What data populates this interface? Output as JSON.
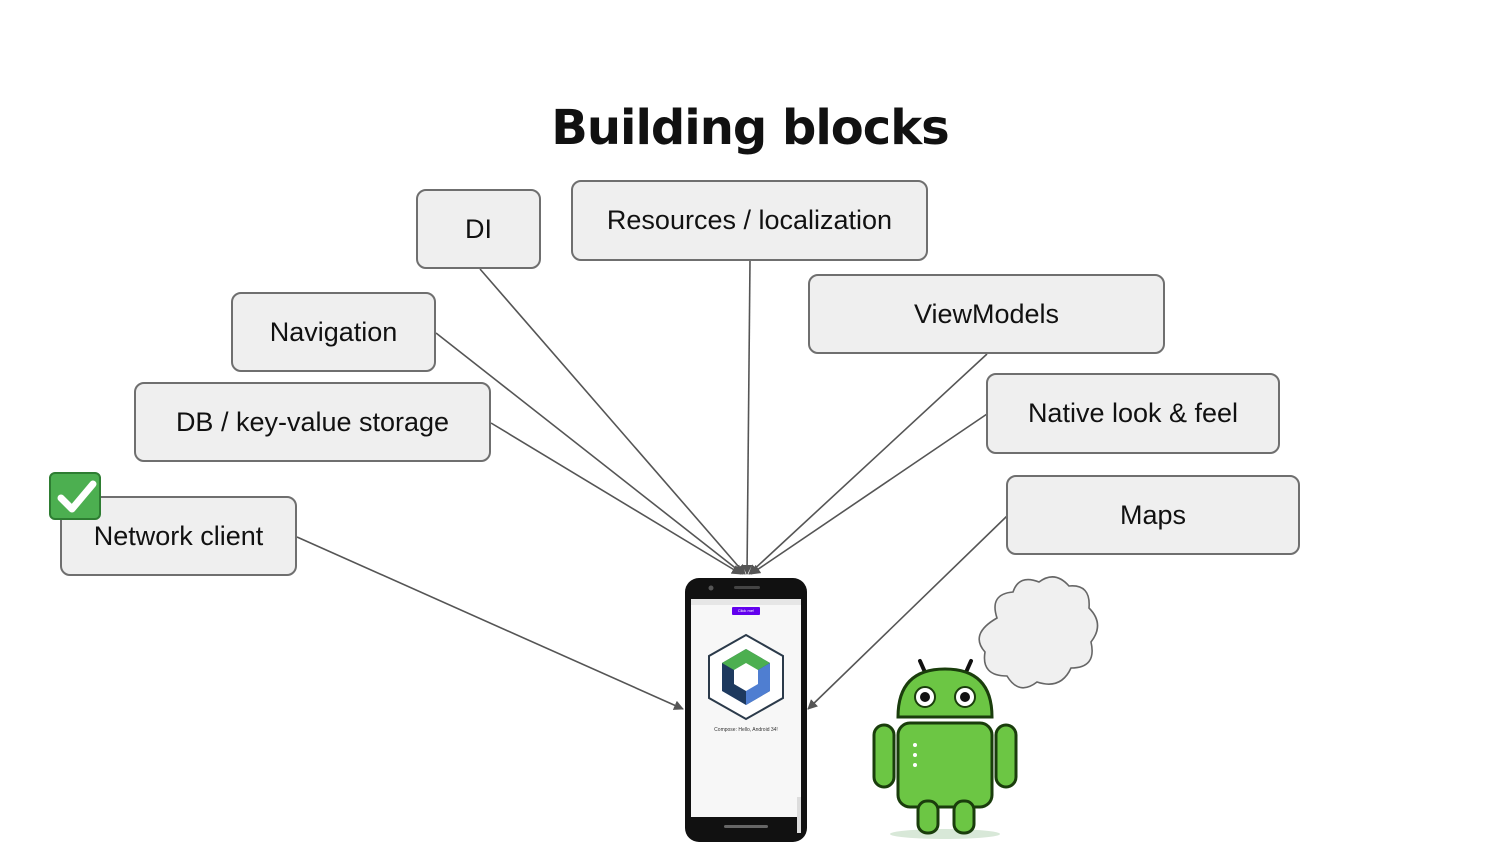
{
  "title": "Building blocks",
  "boxes": {
    "di": "DI",
    "resources": "Resources / localization",
    "viewmodels": "ViewModels",
    "navigation": "Navigation",
    "native_look": "Native look & feel",
    "db_storage": "DB / key-value storage",
    "maps": "Maps",
    "network_client": "Network client"
  },
  "phone": {
    "button_label": "Click me!",
    "greeting": "Compose: Hello, Android 34!"
  },
  "icons": {
    "check": "check-mark-icon",
    "phone": "android-phone-icon",
    "robot": "android-robot-icon",
    "cloud": "thought-cloud-icon"
  },
  "colors": {
    "box_fill": "#efefef",
    "box_border": "#6f6f6f",
    "arrow": "#555555",
    "check_green": "#4caf50",
    "android_green": "#6cc644"
  }
}
